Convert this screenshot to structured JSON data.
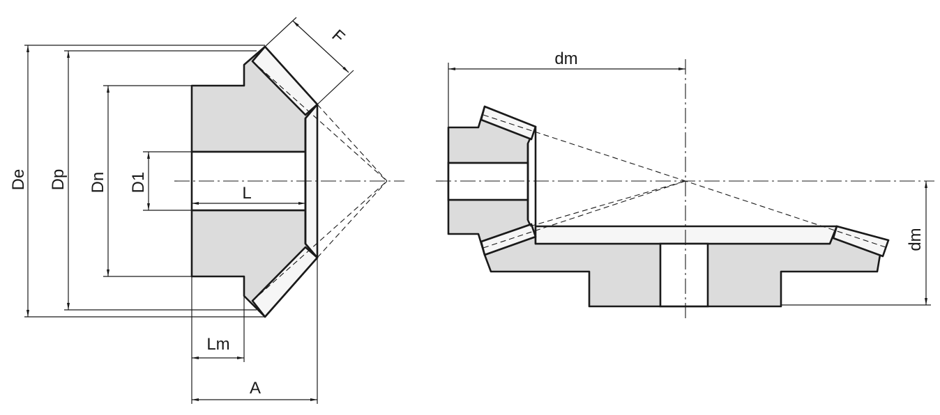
{
  "labels": {
    "De": "De",
    "Dp": "Dp",
    "Dn": "Dn",
    "D1": "D1",
    "L": "L",
    "F": "F",
    "Lm": "Lm",
    "A": "A",
    "dm_top": "dm",
    "dm_side": "dm"
  }
}
